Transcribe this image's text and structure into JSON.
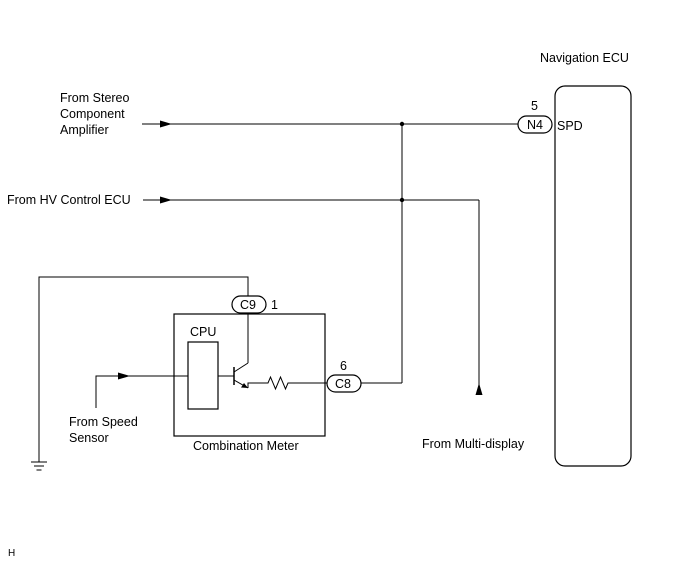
{
  "labels": {
    "navigation_ecu": "Navigation ECU",
    "stereo_line1": "From Stereo",
    "stereo_line2": "Component",
    "stereo_line3": "Amplifier",
    "hv_control": "From HV Control ECU",
    "speed_line1": "From Speed",
    "speed_line2": "Sensor",
    "combination_meter": "Combination Meter",
    "cpu": "CPU",
    "multi_display": "From Multi-display",
    "spd": "SPD",
    "corner_mark": "H"
  },
  "connectors": {
    "n4": {
      "name": "N4",
      "pin": "5"
    },
    "c9": {
      "name": "C9",
      "pin": "1"
    },
    "c8": {
      "name": "C8",
      "pin": "6"
    }
  }
}
